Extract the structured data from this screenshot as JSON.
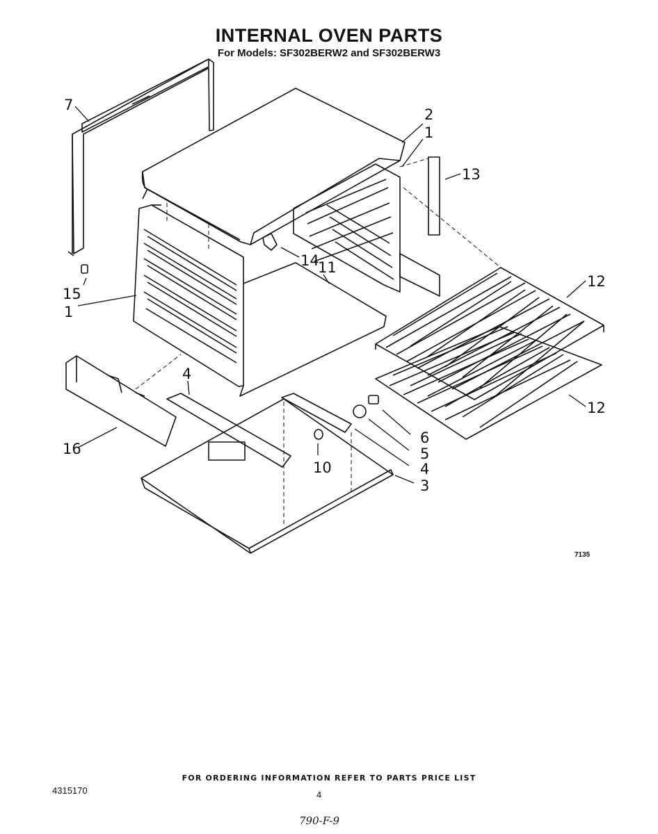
{
  "header": {
    "title": "INTERNAL OVEN PARTS",
    "subtitle": "For Models: SF302BERW2 and SF302BERW3"
  },
  "diagram": {
    "callouts": [
      "7",
      "2",
      "1",
      "13",
      "14",
      "11",
      "12",
      "15",
      "1",
      "12",
      "4",
      "6",
      "5",
      "16",
      "10",
      "4",
      "3"
    ],
    "figure_code": "7135"
  },
  "footer": {
    "ordering_note": "FOR ORDERING INFORMATION REFER TO PARTS PRICE LIST",
    "document_number": "4315170",
    "page_number": "4",
    "handwritten_note": "790-F-9"
  }
}
